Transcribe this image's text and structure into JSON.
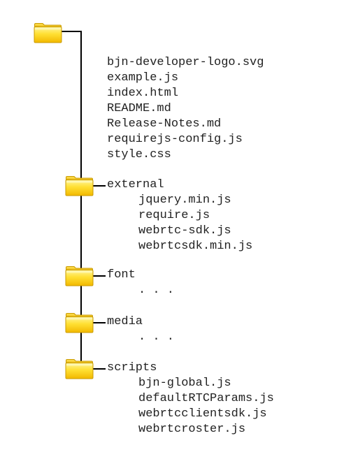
{
  "tree": {
    "root": {
      "icon": "folder-icon",
      "files": [
        "bjn-developer-logo.svg",
        "example.js",
        "index.html",
        "README.md",
        "Release-Notes.md",
        "requirejs-config.js",
        "style.css"
      ]
    },
    "folders": [
      {
        "name": "external",
        "icon": "folder-icon",
        "files": [
          "jquery.min.js",
          "require.js",
          "webrtc-sdk.js",
          "webrtcsdk.min.js"
        ]
      },
      {
        "name": "font",
        "icon": "folder-icon",
        "files": [
          ". . ."
        ]
      },
      {
        "name": "media",
        "icon": "folder-icon",
        "files": [
          ". . ."
        ]
      },
      {
        "name": "scripts",
        "icon": "folder-icon",
        "files": [
          "bjn-global.js",
          "defaultRTCParams.js",
          "webrtcclientsdk.js",
          "webrtcroster.js"
        ]
      }
    ]
  },
  "colors": {
    "folder_top": "#fff36a",
    "folder_bottom": "#f5c400",
    "folder_edge": "#c99a00",
    "line": "#000000",
    "text": "#222222"
  }
}
